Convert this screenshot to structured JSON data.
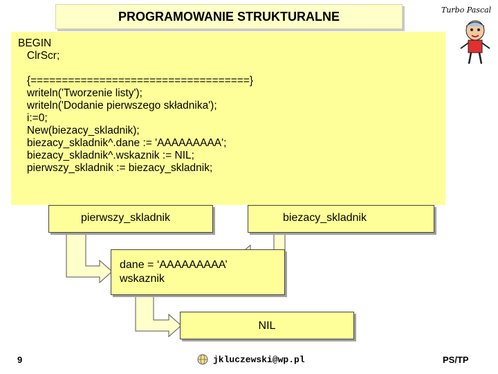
{
  "slide": {
    "title": "PROGRAMOWANIE STRUKTURALNE",
    "brand": "Turbo Pascal"
  },
  "code": {
    "lines": [
      "BEGIN",
      "   ClrScr;",
      "",
      "   {===================================}",
      "   writeln('Tworzenie listy');",
      "   writeln('Dodanie pierwszego składnika');",
      "   i:=0;",
      "   New(biezacy_skladnik);",
      "   biezacy_skladnik^.dane := 'AAAAAAAAA';",
      "   biezacy_skladnik^.wskaznik := NIL;",
      "   pierwszy_skladnik := biezacy_skladnik;"
    ]
  },
  "diagram": {
    "pierwszy": "pierwszy_skladnik",
    "biezacy": "biezacy_skladnik",
    "dane": "dane = ‘AAAAAAAAA’",
    "wskaznik": "wskaznik",
    "nil": "NIL"
  },
  "footer": {
    "page": "9",
    "email": "jkluczewski@wp.pl",
    "right": "PS/TP"
  },
  "colors": {
    "panel": "#ffff99",
    "arrow_fill": "#ffffcc"
  }
}
